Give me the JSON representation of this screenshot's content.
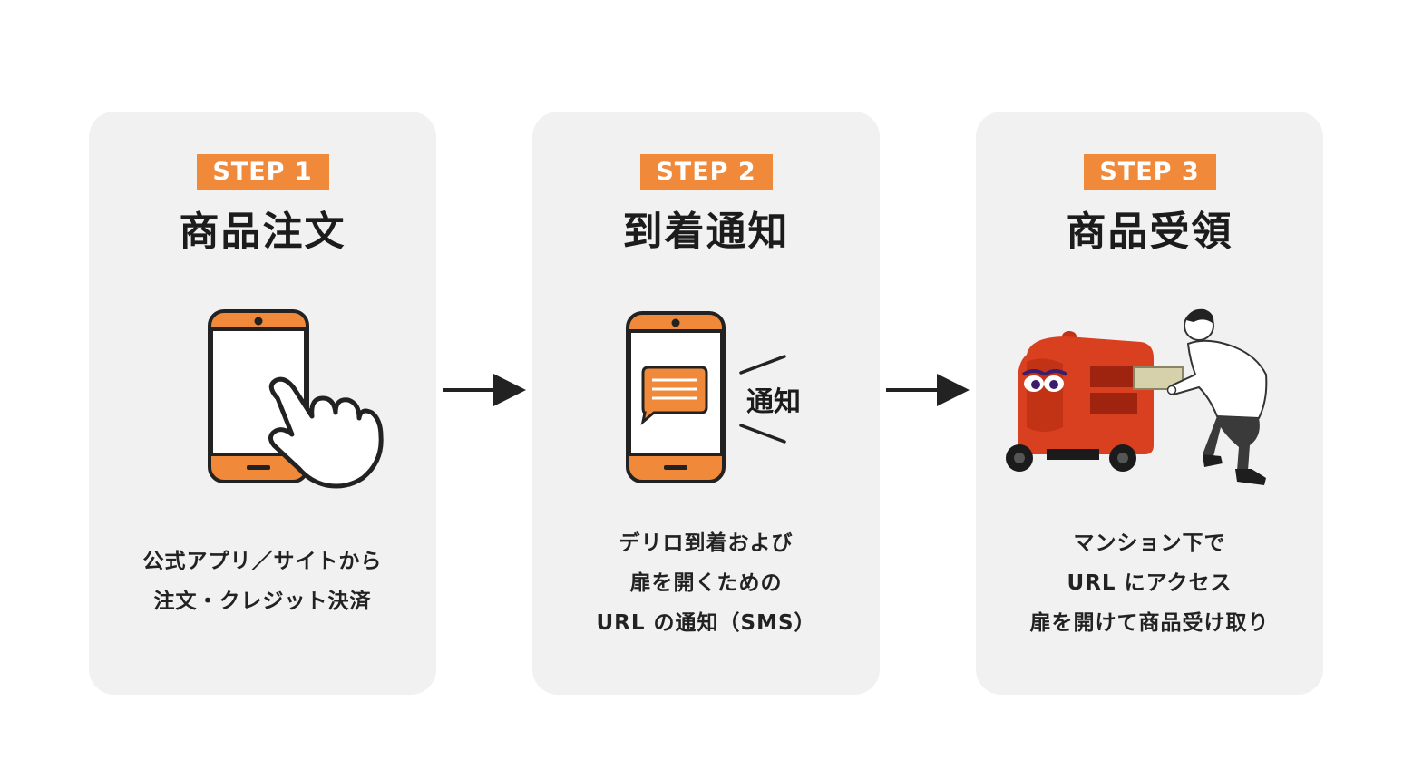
{
  "steps": [
    {
      "badge": "STEP 1",
      "title": "商品注文",
      "lines": [
        "公式アプリ／サイトから",
        "注文・クレジット決済"
      ]
    },
    {
      "badge": "STEP 2",
      "title": "到着通知",
      "notify_label": "通知",
      "lines": [
        "デリロ到着および",
        "扉を開くための",
        "URL の通知（SMS）"
      ]
    },
    {
      "badge": "STEP 3",
      "title": "商品受領",
      "lines": [
        "マンション下で",
        "URL にアクセス",
        "扉を開けて商品受け取り"
      ]
    }
  ],
  "colors": {
    "accent": "#f08a3a",
    "card_bg": "#f1f1f1",
    "text": "#1c1c1c",
    "robot": "#d8401f"
  }
}
